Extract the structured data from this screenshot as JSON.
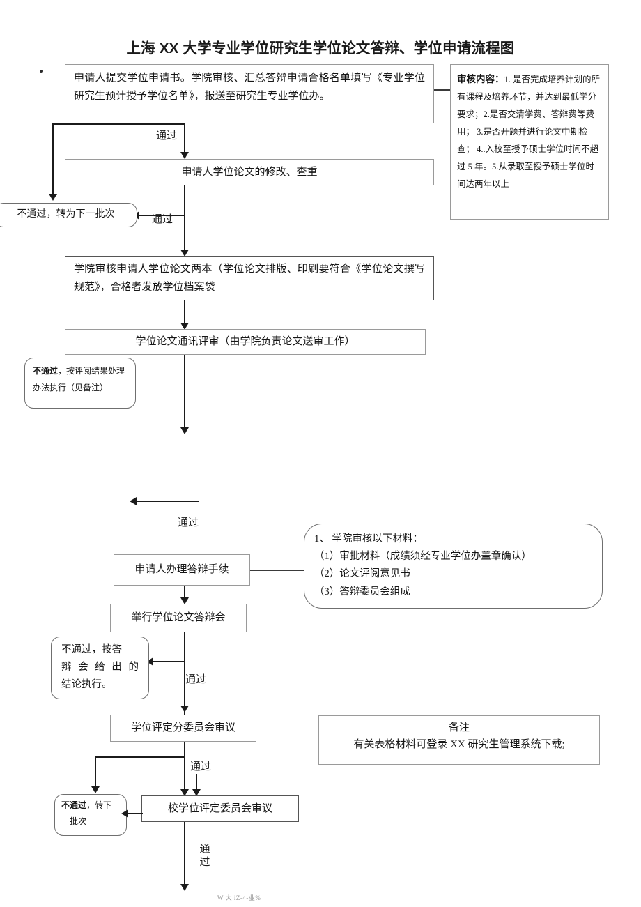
{
  "document": {
    "title": "上海 XX 大学专业学位研究生学位论文答辩、学位申请流程图",
    "watermark": "W 大 iZ-4-业%"
  },
  "nodes": {
    "apply_submit": "申请人提交学位申请书。学院审核、汇总答辩申请合格名单填写《专业学位研究生预计授予学位名单》，报送至研究生专业学位办。",
    "thesis_revise": "申请人学位论文的修改、查重",
    "college_review_two_copies": "学院审核申请人学位论文两本（学位论文排版、印刷要符合《学位论文撰写规范》，合格者发放学位档案袋",
    "blind_review": "学位论文通讯评审（由学院负责论文送审工作）",
    "defense_procedure": "申请人办理答辩手续",
    "hold_defense": "举行学位论文答辩会",
    "sub_committee": "学位评定分委员会审议",
    "university_committee": "校学位评定委员会审议"
  },
  "fail_notes": {
    "next_batch": "不通过，转为下一批次",
    "review_result_bold": "不通过",
    "review_result_rest": "，按评阅结果处理",
    "review_result_line2": "办法执行（见备注）",
    "defense_fail_l1": "不通过，按答",
    "defense_fail_l2": "辩会给出的",
    "defense_fail_l3": "结论执行。",
    "committee_fail_bold": "不通过",
    "committee_fail_rest": "，转下",
    "committee_fail_line2": "一批次"
  },
  "side_panels": {
    "review_content": {
      "heading": "审核内容：",
      "body": "1. 是否完成培养计划的所有课程及培养环节，并达到最低学分要求；2.是否交清学费、答辩费等费用； 3.是否开题并进行论文中期检查； 4..入校至授予硕士学位时间不超过 5 年。5.从录取至授予硕士学位时间达两年以上"
    },
    "materials": {
      "heading": "1、 学院审核以下材料：",
      "items": [
        "（1）审批材料（成绩须经专业学位办盖章确认）",
        "（2）论文评阅意见书",
        "（3）答辩委员会组成"
      ]
    },
    "remarks": {
      "heading": "备注",
      "body": "有关表格材料可登录 XX 研究生管理系统下载;"
    }
  },
  "edge_labels": {
    "pass1": "通过",
    "pass2": "通过",
    "pass3": "通过",
    "pass4": "通过",
    "pass5": "通过",
    "pass6": "通过"
  }
}
